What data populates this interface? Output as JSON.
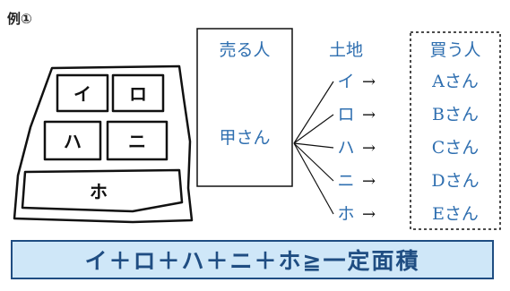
{
  "example_label": "例①",
  "lots": [
    "イ",
    "ロ",
    "ハ",
    "ニ",
    "ホ"
  ],
  "seller": {
    "header": "売る人",
    "name": "甲さん"
  },
  "land_header": "土地",
  "buyers": {
    "header": "買う人",
    "rows": [
      {
        "lot": "イ",
        "buyer": "Aさん"
      },
      {
        "lot": "ロ",
        "buyer": "Bさん"
      },
      {
        "lot": "ハ",
        "buyer": "Cさん"
      },
      {
        "lot": "ニ",
        "buyer": "Dさん"
      },
      {
        "lot": "ホ",
        "buyer": "Eさん"
      }
    ]
  },
  "formula": "イ＋ロ＋ハ＋ニ＋ホ≧一定面積",
  "colors": {
    "blue": "#2f6fb0",
    "formula_bg": "#cfe7f8",
    "formula_border": "#1f4d82"
  }
}
